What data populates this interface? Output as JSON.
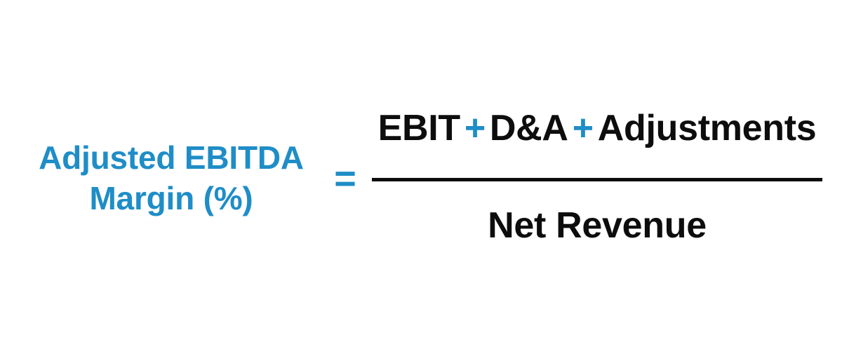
{
  "colors": {
    "accent_blue": "#1f8dc7",
    "text_black": "#0d0d0d",
    "background": "#ffffff"
  },
  "formula": {
    "left_label": {
      "line1": "Adjusted EBITDA",
      "line2": "Margin (%)"
    },
    "equals": "=",
    "numerator": {
      "term1": "EBIT",
      "operator1": "+",
      "term2": "D&A",
      "operator2": "+",
      "term3": "Adjustments"
    },
    "denominator": {
      "term1": "Net Revenue"
    }
  }
}
